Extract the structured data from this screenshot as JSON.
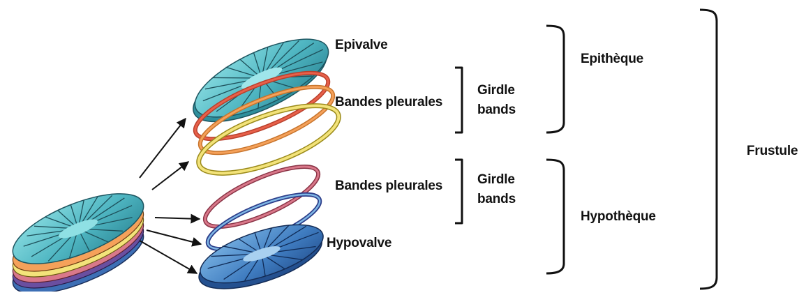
{
  "labels": {
    "epivalve": "Epivalve",
    "bandes_pleurales_top": "Bandes pleurales",
    "girdle_top_line1": "Girdle",
    "girdle_top_line2": "bands",
    "bandes_pleurales_bottom": "Bandes pleurales",
    "girdle_bottom_line1": "Girdle",
    "girdle_bottom_line2": "bands",
    "hypovalve": "Hypovalve",
    "epitheque": "Epithèque",
    "hypotheque": "Hypothèque",
    "frustule": "Frustule"
  },
  "colors": {
    "valve_fill": "#5fc3cc",
    "valve_dark": "#2f8f9c",
    "band_red": "#e8604a",
    "band_orange": "#f5a15a",
    "band_yellow": "#f3e37a",
    "band_pink": "#d9788a",
    "band_blue": "#5a6fb8",
    "hypovalve_fill": "#4a86c8",
    "stroke": "#111111"
  }
}
